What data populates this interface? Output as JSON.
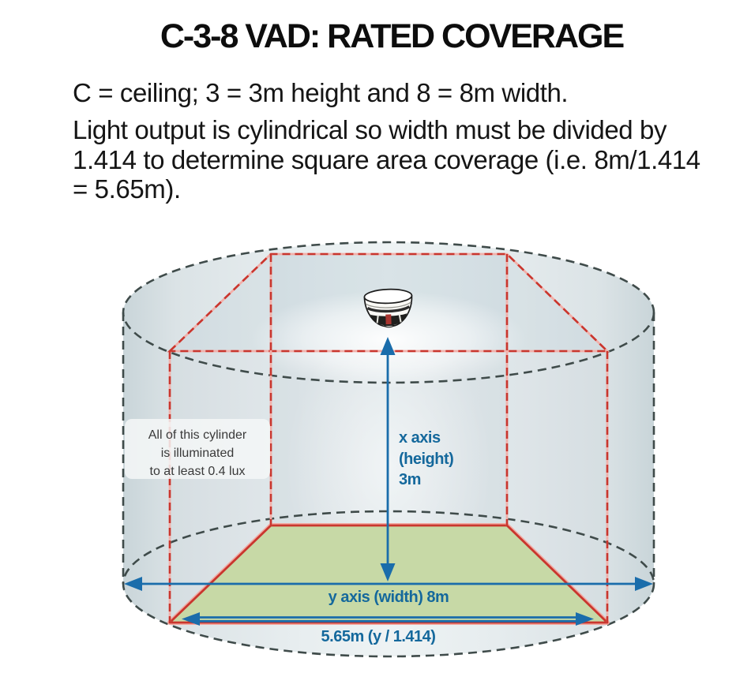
{
  "page": {
    "title": "C-3-8 VAD: RATED COVERAGE"
  },
  "intro": {
    "definition": "C = ceiling; 3 = 3m height and 8 = 8m width.",
    "explanation": "Light output is cylindrical so width must be divided by 1.414 to determine square area coverage (i.e. 8m/1.414 = 5.65m)."
  },
  "diagram": {
    "illumination_note": {
      "line1": "All of this cylinder",
      "line2": "is illuminated",
      "line3": "to at least 0.4 lux"
    },
    "x_axis_label": {
      "line1": "x axis",
      "line2": "(height)",
      "line3": "3m"
    },
    "y_axis_label": "y axis (width) 8m",
    "square_width_label": "5.65m (y / 1.414)",
    "colors": {
      "label_blue": "#14689c",
      "arrow_blue": "#1a6dab",
      "coverage_red": "#c9362e",
      "coverage_red_halo": "#f2b0aa",
      "floor_green": "#c7d9a6",
      "outline_dark": "#3f4b4a",
      "cylinder_fill": "#dde5e8"
    }
  }
}
